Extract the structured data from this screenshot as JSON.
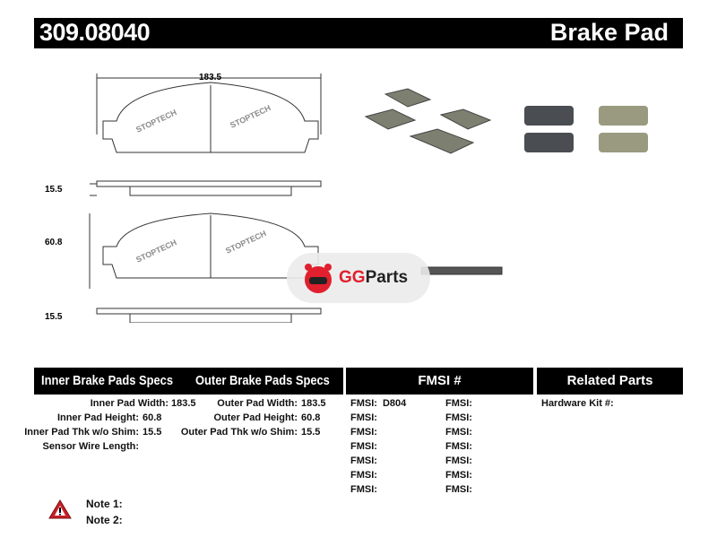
{
  "header": {
    "part_number": "309.08040",
    "product_type": "Brake Pad"
  },
  "drawing": {
    "width_dim": "183.5",
    "thickness_dim": "15.5",
    "height_dim": "60.8",
    "thickness_dim2": "15.5",
    "brand_mark": "STOPTECH"
  },
  "watermark": {
    "logo_text_gg": "GG",
    "logo_text_parts": "Parts"
  },
  "specs": {
    "inner_title": "Inner Brake Pads Specs",
    "outer_title": "Outer Brake Pads Specs",
    "fmsi_title": "FMSI #",
    "related_title": "Related Parts",
    "inner": [
      {
        "label": "Inner Pad Width:",
        "value": "183.5"
      },
      {
        "label": "Inner Pad Height:",
        "value": "60.8"
      },
      {
        "label": "Inner Pad Thk w/o Shim:",
        "value": "15.5"
      },
      {
        "label": "Sensor Wire Length:",
        "value": ""
      }
    ],
    "outer": [
      {
        "label": "Outer Pad Width:",
        "value": "183.5"
      },
      {
        "label": "Outer Pad Height:",
        "value": "60.8"
      },
      {
        "label": "Outer Pad Thk w/o Shim:",
        "value": "15.5"
      }
    ],
    "fmsi_label": "FMSI:",
    "fmsi_first_value": "D804",
    "hardware_kit": "Hardware Kit #:"
  },
  "notes": {
    "note1": "Note 1:",
    "note2": "Note 2:"
  },
  "colors": {
    "logo_red": "#e0202e",
    "pad_gray": "#4a4d52",
    "pad_green": "#9a9a80"
  }
}
